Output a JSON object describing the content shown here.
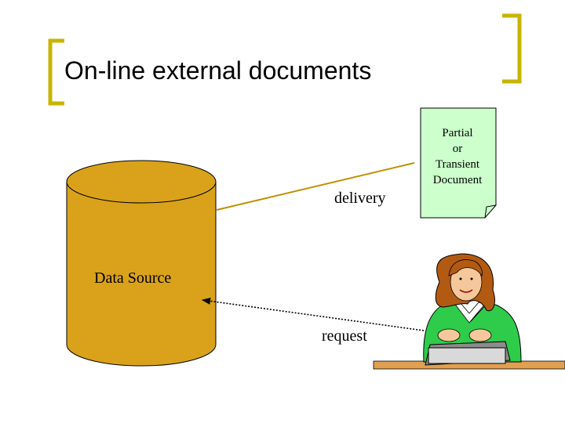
{
  "slide": {
    "title": "On-line external documents",
    "labels": {
      "delivery": "delivery",
      "request": "request",
      "data_source": "Data Source"
    },
    "document": {
      "lines": [
        "Partial",
        "or",
        "Transient",
        "Document"
      ]
    },
    "icons": {
      "database": "database-cylinder",
      "document": "document-page",
      "person": "person-at-desk"
    },
    "colors": {
      "accent_bracket": "#c8b400",
      "database_fill": "#d9a21a",
      "document_fill": "#ccffcc",
      "arrow_delivery": "#c09000"
    }
  }
}
